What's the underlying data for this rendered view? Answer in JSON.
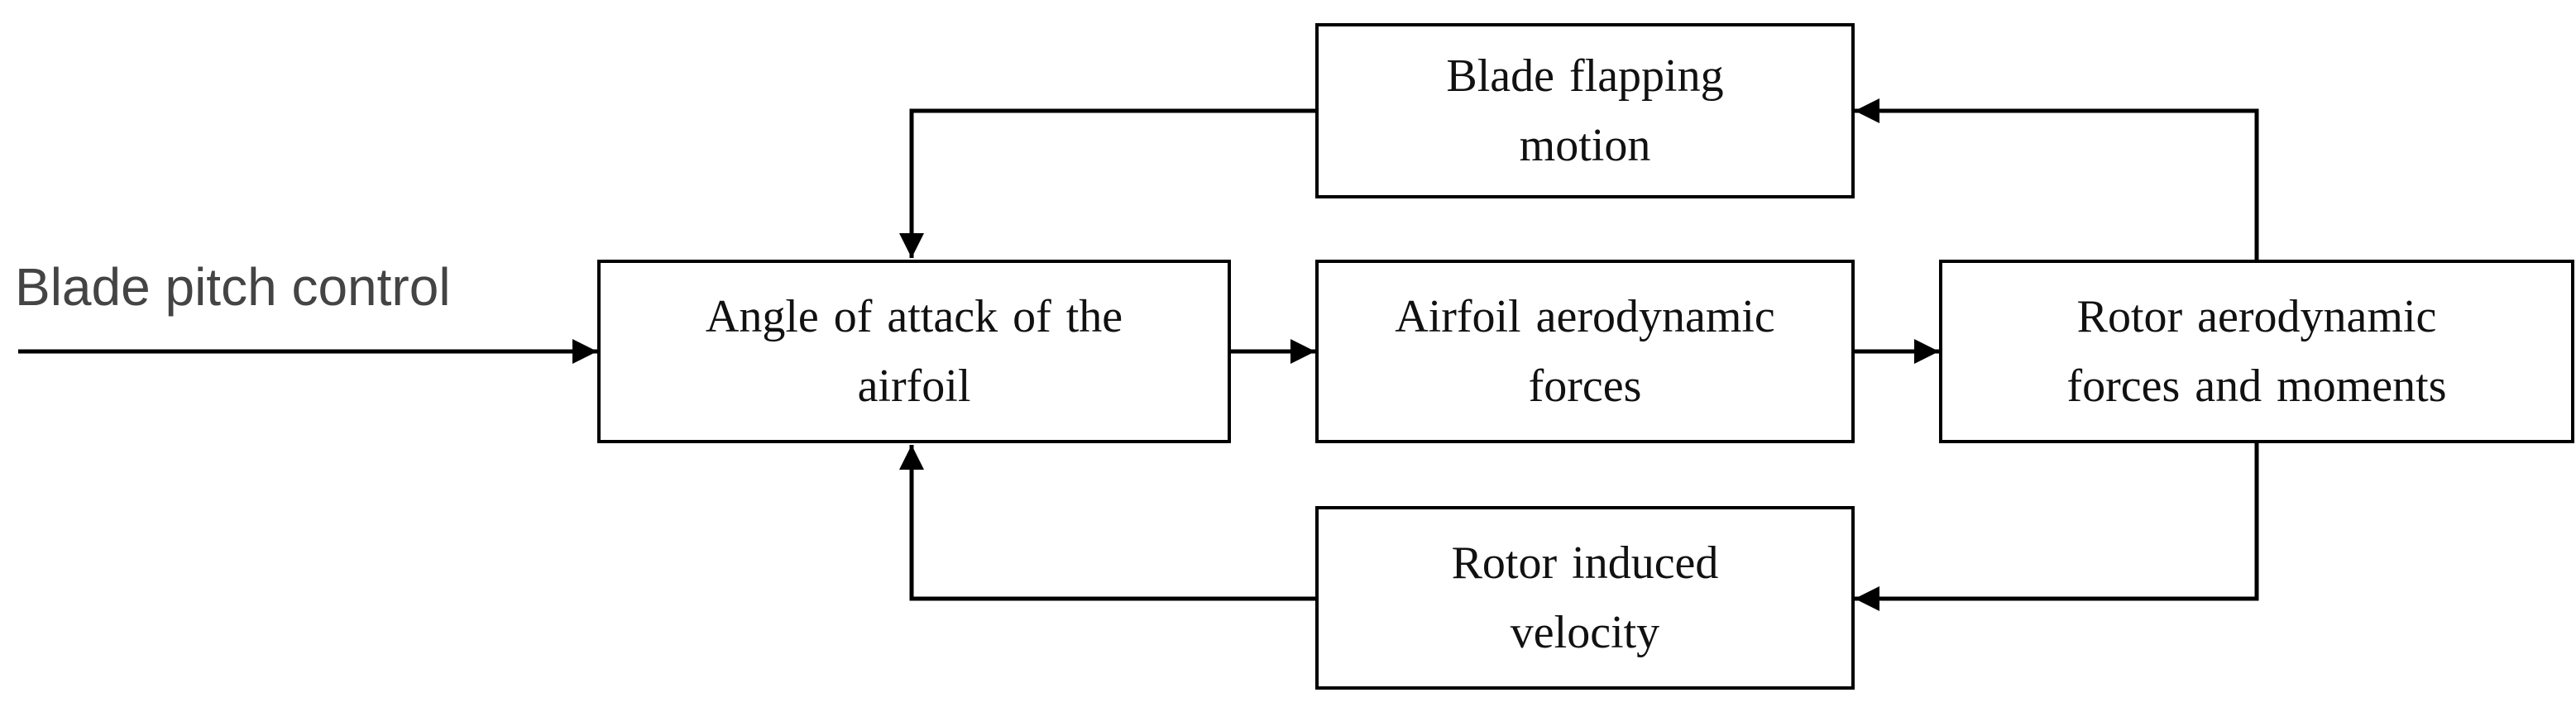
{
  "input": {
    "label": "Blade pitch control"
  },
  "nodes": {
    "angle_of_attack": {
      "lines": [
        "Angle of attack of the",
        "airfoil"
      ]
    },
    "airfoil_forces": {
      "lines": [
        "Airfoil aerodynamic",
        "forces"
      ]
    },
    "rotor_forces": {
      "lines": [
        "Rotor aerodynamic",
        "forces and moments"
      ]
    },
    "blade_flapping": {
      "lines": [
        "Blade flapping",
        "motion"
      ]
    },
    "induced_velocity": {
      "lines": [
        "Rotor induced",
        "velocity"
      ]
    }
  },
  "edges": [
    {
      "from": "input",
      "to": "angle_of_attack"
    },
    {
      "from": "angle_of_attack",
      "to": "airfoil_forces"
    },
    {
      "from": "airfoil_forces",
      "to": "rotor_forces"
    },
    {
      "from": "rotor_forces",
      "to": "blade_flapping"
    },
    {
      "from": "blade_flapping",
      "to": "angle_of_attack"
    },
    {
      "from": "rotor_forces",
      "to": "induced_velocity"
    },
    {
      "from": "induced_velocity",
      "to": "angle_of_attack"
    }
  ],
  "colors": {
    "stroke": "#000000",
    "text": "#111111",
    "input_text": "#444444"
  }
}
